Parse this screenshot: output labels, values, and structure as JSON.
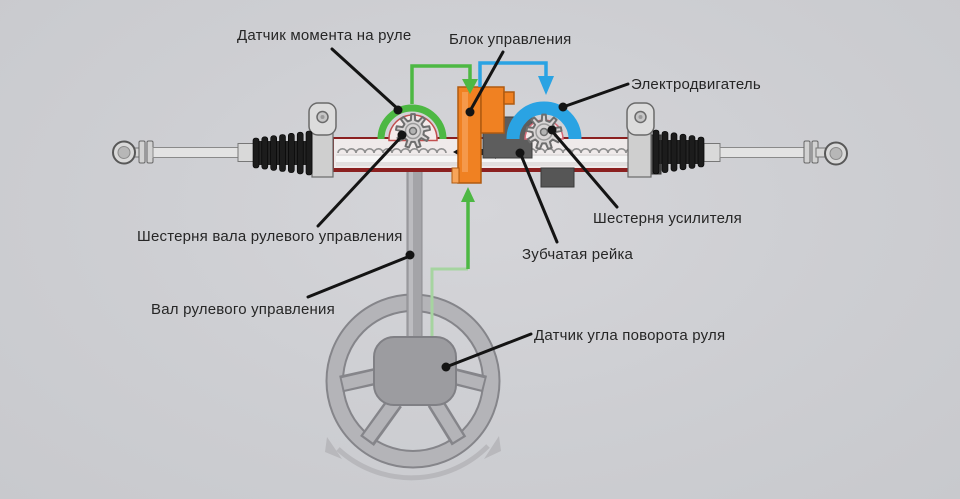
{
  "diagram": {
    "labels": {
      "torque_sensor": "Датчик момента на руле",
      "control_unit": "Блок управления",
      "electric_motor": "Электродвигатель",
      "steering_shaft_gear": "Шестерня вала рулевого управления",
      "booster_gear": "Шестерня усилителя",
      "gear_rack": "Зубчатая рейка",
      "steering_shaft": "Вал рулевого управления",
      "steering_angle_sensor": "Датчик угла поворота руля"
    }
  },
  "theme": {
    "background": "#cdced2",
    "label_text": "#262626",
    "leader_black": "#141414",
    "signal_green": "#4db843",
    "signal_green_light": "#a6d4a0",
    "signal_blue": "#2aa3e3",
    "control_unit_orange": "#f08122",
    "housing_red": "#8b2020"
  }
}
